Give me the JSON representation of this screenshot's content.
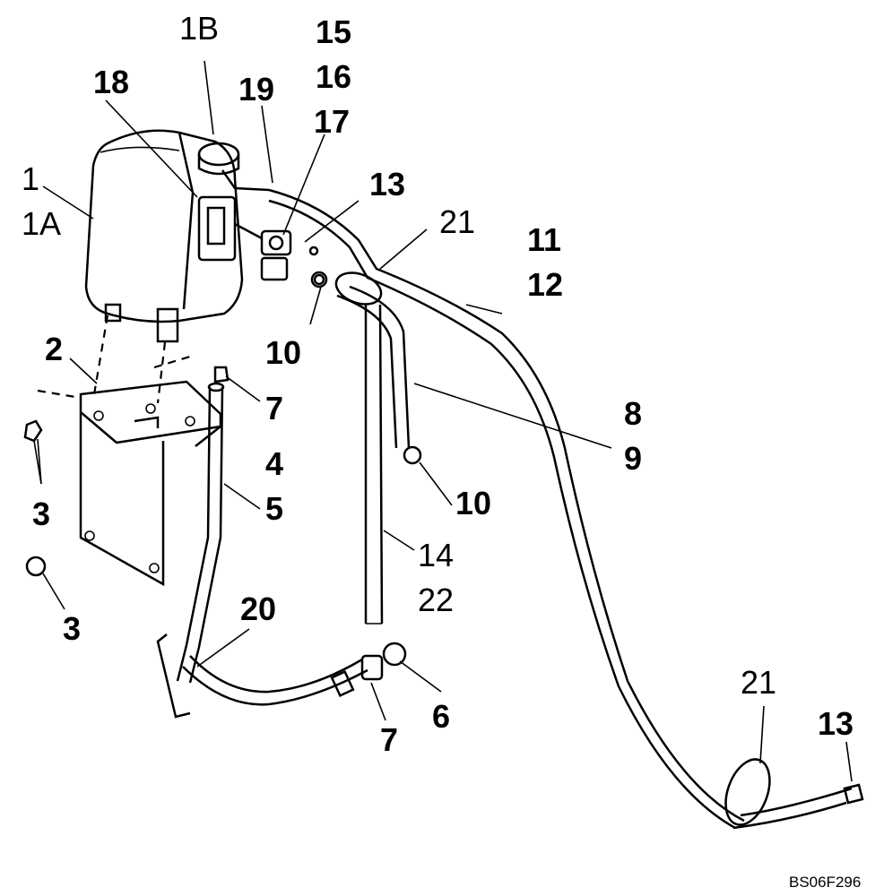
{
  "figure_ref": "BS06F296",
  "callouts": {
    "c1": "1",
    "c1A": "1A",
    "c1B": "1B",
    "c2": "2",
    "c3a": "3",
    "c3b": "3",
    "c4": "4",
    "c5": "5",
    "c6": "6",
    "c7a": "7",
    "c7b": "7",
    "c8": "8",
    "c9": "9",
    "c10a": "10",
    "c10b": "10",
    "c11": "11",
    "c12": "12",
    "c13a": "13",
    "c13b": "13",
    "c14": "14",
    "c15": "15",
    "c16": "16",
    "c17": "17",
    "c18": "18",
    "c19": "19",
    "c20": "20",
    "c21a": "21",
    "c21b": "21",
    "c22": "22"
  }
}
